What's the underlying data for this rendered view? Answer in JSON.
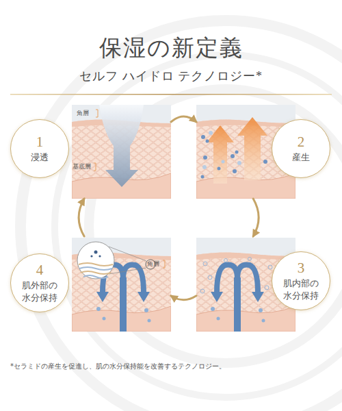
{
  "diagram": {
    "title": "保湿の新定義",
    "caption": "*セラミドの産生を促進し、肌の水分保持能を改善するテクノロジー。",
    "nodes": [
      {
        "text": [
          "1",
          "浸透"
        ]
      },
      {
        "text": [
          "2",
          "産生"
        ]
      },
      {
        "text": [
          "3",
          "肌内部の 水分保持"
        ]
      },
      {
        "text": [
          "4",
          "肌外部の 水分保持"
        ]
      }
    ],
    "edges": [
      {
        "from": 0,
        "to": 1,
        "arrow": "to"
      },
      {
        "from": 1,
        "to": 2,
        "arrow": "to"
      },
      {
        "from": 2,
        "to": 3,
        "arrow": "to"
      },
      {
        "from": 3,
        "to": 0,
        "arrow": "to"
      }
    ],
    "labels": [
      "セルフ ハイドロ テクノロジー*",
      "角層",
      "基底層",
      "角層"
    ]
  }
}
